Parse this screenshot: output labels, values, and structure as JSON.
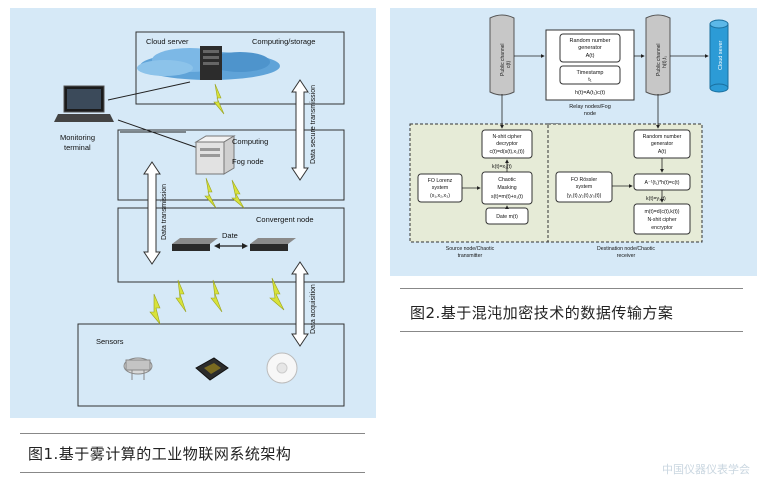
{
  "figure1": {
    "labels": {
      "cloud_server": "Cloud server",
      "computing_storage": "Computing/storage",
      "monitoring_terminal": [
        "Monitoring",
        "terminal"
      ],
      "computing": "Computing",
      "fog_node": "Fog node",
      "convergent_node": "Convergent node",
      "date": "Date",
      "sensors": "Sensors",
      "data_secure_transmission": "Data secure transmission",
      "data_transmission": "Data transmission",
      "data_acquisition": "Data acquisition"
    },
    "caption": "图1.基于雾计算的工业物联网系统架构"
  },
  "figure2": {
    "labels": {
      "public_channel_1": [
        "Public channel",
        "c(t)"
      ],
      "public_channel_2": [
        "Public channel",
        "h(t),t₁"
      ],
      "cloud_sever": "Cloud sever",
      "random_gen_top": [
        "Random number",
        "generator",
        "A(t)"
      ],
      "timestamp": [
        "Timestamp",
        "t₁"
      ],
      "relay_eq": "h(t)=A(t₁)c(t)",
      "relay_node": [
        "Relay nodes/Fog",
        "node"
      ],
      "decryptor": [
        "N-shit cipher",
        "decryptor",
        "c(t)=d(s(t),x₁(t))"
      ],
      "k_eq_left": "k(t)=x₁(t)",
      "lorenz": [
        "FO Lorenz",
        "system",
        "(x₁,x₂,x₃)"
      ],
      "masking": [
        "Chaotic",
        "Masking",
        "s(t)=m(t)+x₁(t)"
      ],
      "date_m": "Date  m(t)",
      "source_node": [
        "Source node/Chaotic",
        "transmitter"
      ],
      "random_gen_right": [
        "Random number",
        "generator",
        "A(t)"
      ],
      "rossler": [
        "FO Rössler",
        "system",
        "(y₁(t),y₂(t),y₃(t))"
      ],
      "inverse_eq": "A⁻¹(t₁)*h(t)=c(t)",
      "k_eq_right": "k(t)=y₁(t)",
      "encryptor": [
        "m(t)=d(c(t),k(t))",
        "N-shit cipher",
        "encryptor"
      ],
      "dest_node": [
        "Destination node/Chaotic",
        "receiver"
      ]
    },
    "caption": "图2.基于混沌加密技术的数据传输方案"
  },
  "watermark": "中国仪器仪表学会"
}
